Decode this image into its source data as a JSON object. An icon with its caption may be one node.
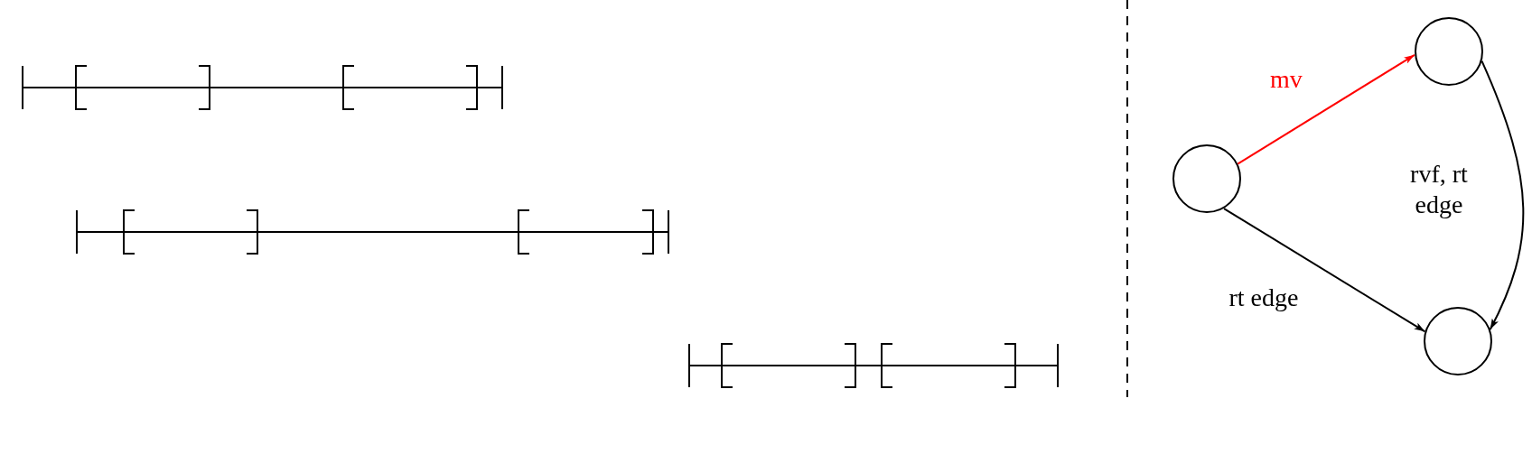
{
  "diagram": {
    "nodes": [
      {
        "text": [],
        "shape": "circle"
      },
      {
        "text": [],
        "shape": "circle"
      },
      {
        "text": [],
        "shape": "circle"
      }
    ],
    "edges": [
      {
        "from": 0,
        "to": 1,
        "arrow": "to",
        "label": "mv",
        "color": "#ff0000"
      },
      {
        "from": 1,
        "to": 2,
        "arrow": "to",
        "label": "rvf, rt edge"
      },
      {
        "from": 0,
        "to": 2,
        "arrow": "to",
        "label": "rt edge"
      }
    ]
  }
}
